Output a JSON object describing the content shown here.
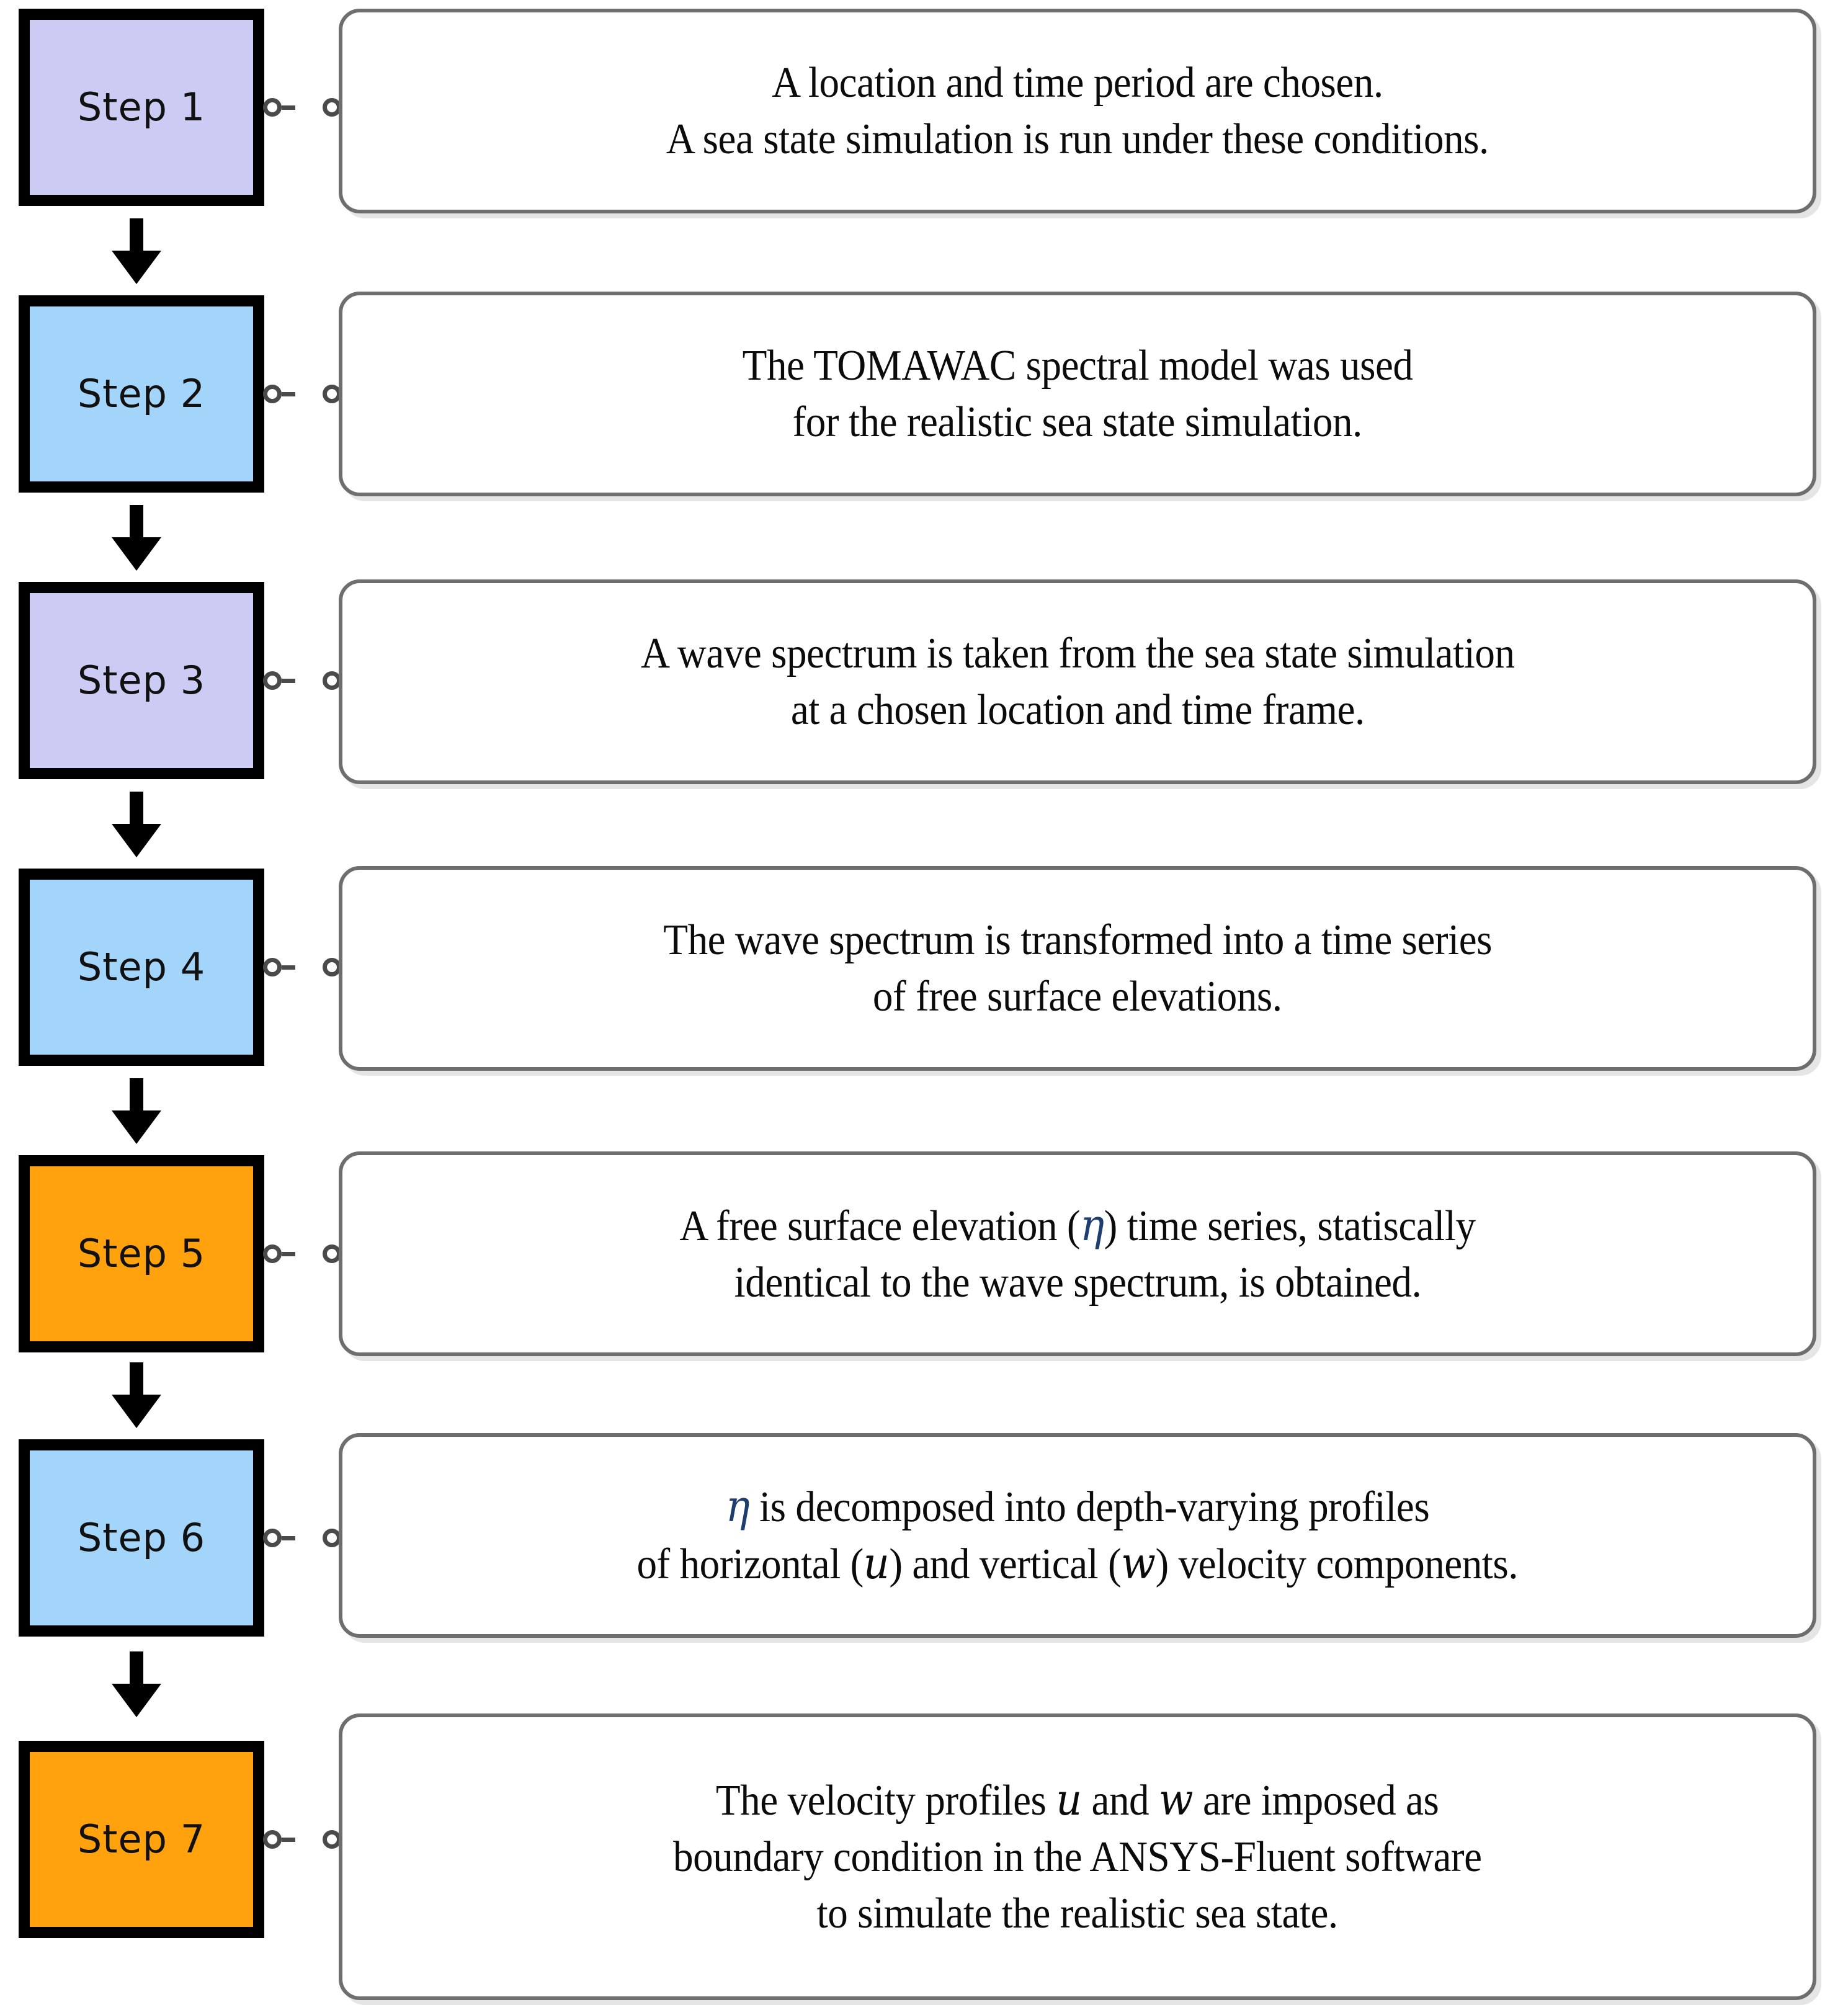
{
  "diagram": {
    "title": "Sea state simulation methodology flowchart",
    "orientation": "vertical",
    "connector_icon": "circle-line-circle-connector",
    "arrow_icon": "arrow-down-icon"
  },
  "palette": {
    "lavender": "#CCCBF4",
    "light_blue": "#A3D4FA",
    "orange": "#FFA20D",
    "box_border": "#000000",
    "panel_border": "#6E6E6E",
    "panel_fill": "#FFFFFF",
    "text": "#0B0B0B",
    "symbol": "#1F3D6E",
    "page_background": "#FFFFFF"
  },
  "steps": [
    {
      "id": "step-1",
      "label": "Step 1",
      "fill": "#CCCBF4",
      "lines": [
        "A location and time period are chosen.",
        "A sea state simulation is run under these conditions."
      ]
    },
    {
      "id": "step-2",
      "label": "Step 2",
      "fill": "#A3D4FA",
      "lines": [
        "The TOMAWAC spectral model was used",
        "for the realistic sea state simulation."
      ]
    },
    {
      "id": "step-3",
      "label": "Step 3",
      "fill": "#CCCBF4",
      "lines": [
        "A wave spectrum is taken from the sea state simulation",
        "at a chosen location and time frame."
      ]
    },
    {
      "id": "step-4",
      "label": "Step 4",
      "fill": "#A3D4FA",
      "lines": [
        "The wave spectrum is transformed into a time series",
        "of free surface elevations."
      ]
    },
    {
      "id": "step-5",
      "label": "Step 5",
      "fill": "#FFA20D",
      "lines": [
        "A free surface elevation (η) time series, statiscally",
        "identical to the wave spectrum, is obtained."
      ]
    },
    {
      "id": "step-6",
      "label": "Step 6",
      "fill": "#A3D4FA",
      "lines": [
        "η is decomposed into depth-varying profiles",
        "of horizontal (u) and vertical (w) velocity components."
      ]
    },
    {
      "id": "step-7",
      "label": "Step 7",
      "fill": "#FFA20D",
      "lines": [
        "The velocity profiles u and w are imposed as",
        "boundary condition in the ANSYS-Fluent software",
        "to simulate the realistic sea state."
      ]
    }
  ]
}
